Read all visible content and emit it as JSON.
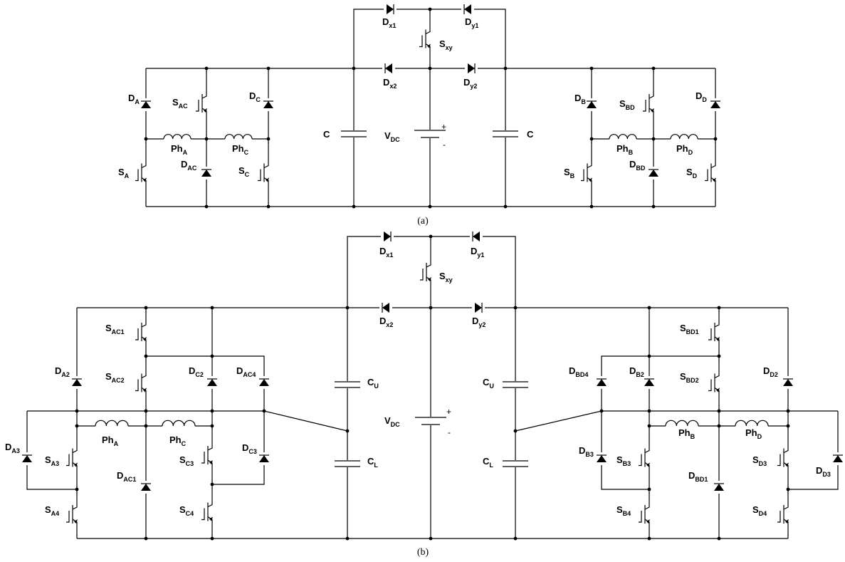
{
  "figure": {
    "caption_a": "(a)",
    "caption_b": "(b)",
    "plus_sign": "+",
    "minus_sign": "-"
  },
  "labels_a": {
    "Dx1": [
      "D",
      "x1"
    ],
    "Dy1": [
      "D",
      "y1"
    ],
    "Sxy": [
      "S",
      "xy"
    ],
    "Dx2": [
      "D",
      "x2"
    ],
    "Dy2": [
      "D",
      "y2"
    ],
    "DA": [
      "D",
      "A"
    ],
    "SAC": [
      "S",
      "AC"
    ],
    "DC": [
      "D",
      "C"
    ],
    "PhA": [
      "Ph",
      "A"
    ],
    "PhC": [
      "Ph",
      "C"
    ],
    "SA": [
      "S",
      "A"
    ],
    "DAC": [
      "D",
      "AC"
    ],
    "SC": [
      "S",
      "C"
    ],
    "C_left": [
      "C",
      ""
    ],
    "VDC": [
      "V",
      "DC"
    ],
    "C_right": [
      "C",
      ""
    ],
    "DB": [
      "D",
      "B"
    ],
    "SBD": [
      "S",
      "BD"
    ],
    "DD": [
      "D",
      "D"
    ],
    "PhB": [
      "Ph",
      "B"
    ],
    "PhD": [
      "Ph",
      "D"
    ],
    "SB": [
      "S",
      "B"
    ],
    "DBD": [
      "D",
      "BD"
    ],
    "SD": [
      "S",
      "D"
    ]
  },
  "labels_b": {
    "Dx1": [
      "D",
      "x1"
    ],
    "Dy1": [
      "D",
      "y1"
    ],
    "Sxy": [
      "S",
      "xy"
    ],
    "Dx2": [
      "D",
      "x2"
    ],
    "Dy2": [
      "D",
      "y2"
    ],
    "SAC1": [
      "S",
      "AC1"
    ],
    "SAC2": [
      "S",
      "AC2"
    ],
    "DA2": [
      "D",
      "A2"
    ],
    "DC2": [
      "D",
      "C2"
    ],
    "DAC4": [
      "D",
      "AC4"
    ],
    "PhA": [
      "Ph",
      "A"
    ],
    "PhC": [
      "Ph",
      "C"
    ],
    "DA3": [
      "D",
      "A3"
    ],
    "SA3": [
      "S",
      "A3"
    ],
    "SC3": [
      "S",
      "C3"
    ],
    "DC3": [
      "D",
      "C3"
    ],
    "DAC1": [
      "D",
      "AC1"
    ],
    "SA4": [
      "S",
      "A4"
    ],
    "SC4": [
      "S",
      "C4"
    ],
    "CU_left": [
      "C",
      "U"
    ],
    "CL_left": [
      "C",
      "L"
    ],
    "VDC": [
      "V",
      "DC"
    ],
    "CU_right": [
      "C",
      "U"
    ],
    "CL_right": [
      "C",
      "L"
    ],
    "SBD1": [
      "S",
      "BD1"
    ],
    "SBD2": [
      "S",
      "BD2"
    ],
    "DBD4": [
      "D",
      "BD4"
    ],
    "DB2": [
      "D",
      "B2"
    ],
    "DD2": [
      "D",
      "D2"
    ],
    "PhB": [
      "Ph",
      "B"
    ],
    "PhD": [
      "Ph",
      "D"
    ],
    "DB3": [
      "D",
      "B3"
    ],
    "SB3": [
      "S",
      "B3"
    ],
    "SD3": [
      "S",
      "D3"
    ],
    "DD3": [
      "D",
      "D3"
    ],
    "DBD1": [
      "D",
      "BD1"
    ],
    "SB4": [
      "S",
      "B4"
    ],
    "SD4": [
      "S",
      "D4"
    ]
  }
}
